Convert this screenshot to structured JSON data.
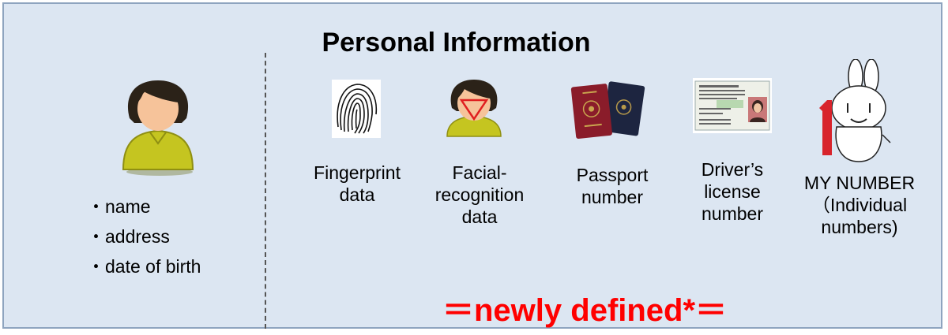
{
  "title": "Personal Information",
  "basic_items": [
    "・name",
    "・address",
    "・date of birth"
  ],
  "categories": [
    {
      "lines": [
        "Fingerprint",
        "data"
      ],
      "icon": "fingerprint-icon"
    },
    {
      "lines": [
        "Facial-",
        "recognition",
        "data"
      ],
      "icon": "face-recognition-icon"
    },
    {
      "lines": [
        "Passport",
        "number"
      ],
      "icon": "passport-icon"
    },
    {
      "lines": [
        "Driver’s",
        "license",
        "number"
      ],
      "icon": "drivers-license-icon"
    },
    {
      "lines": [
        "MY NUMBER",
        "（Individual",
        "numbers)"
      ],
      "icon": "my-number-mascot-icon"
    }
  ],
  "footer_note": "＝newly defined*＝",
  "colors": {
    "background": "#dce6f2",
    "border": "#8ea4bf",
    "accent": "#ff0000",
    "person": "#c8c81e"
  }
}
